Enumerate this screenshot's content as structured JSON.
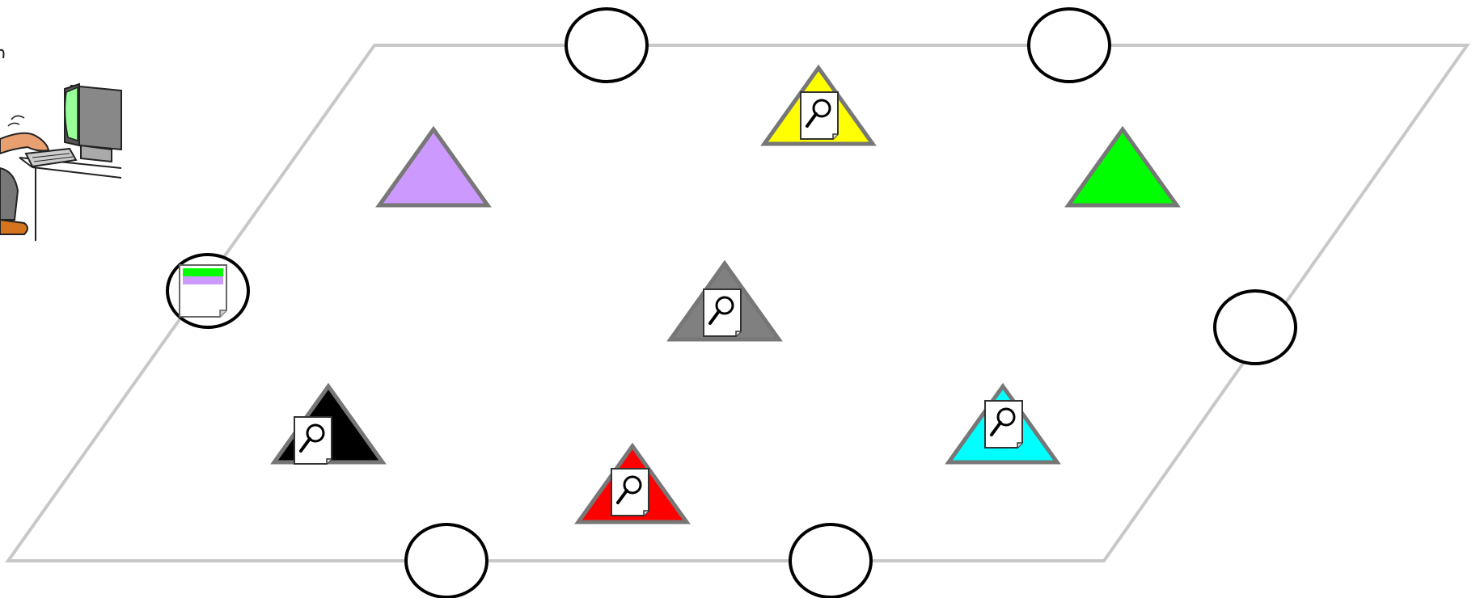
{
  "diagram": {
    "background": "#ffffff",
    "plane_stroke": "#c8c8c8",
    "node_fill": "#ffffff",
    "node_stroke": "#000000",
    "triangle_outline": "#777777",
    "peers": [
      {
        "name": "peer-yellow",
        "color": "#ffff00",
        "has_search_doc": true
      },
      {
        "name": "peer-purple",
        "color": "#cc99ff",
        "has_search_doc": false
      },
      {
        "name": "peer-green",
        "color": "#00ff00",
        "has_search_doc": false
      },
      {
        "name": "peer-gray",
        "color": "#808080",
        "has_search_doc": true
      },
      {
        "name": "peer-black",
        "color": "#000000",
        "has_search_doc": true
      },
      {
        "name": "peer-red",
        "color": "#ff0000",
        "has_search_doc": true
      },
      {
        "name": "peer-cyan",
        "color": "#00ffff",
        "has_search_doc": true
      }
    ],
    "search_doc_icon": "magnifier-document-icon",
    "result_doc_icon": "result-document-icon",
    "result_doc_stripes": [
      "#00ff00",
      "#cc99ff"
    ],
    "user_icon": "person-at-computer-icon",
    "monitor_screen_color": "#99ff99"
  }
}
